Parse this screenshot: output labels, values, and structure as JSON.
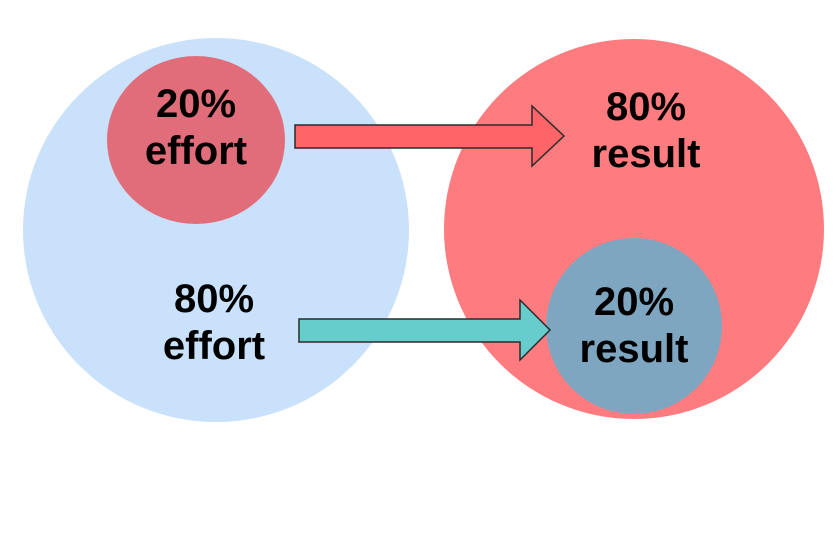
{
  "colors": {
    "effort_circle": "#c9e1fb",
    "result_circle": "#fe7c7f",
    "small_effort_circle": "#e26d7a",
    "small_result_circle": "#7ea6c0",
    "arrow_top": "#fe6568",
    "arrow_bottom": "#66cccc",
    "arrow_stroke": "#2b2b2b"
  },
  "labels": {
    "small_effort": {
      "percent": "20%",
      "word": "effort"
    },
    "large_effort": {
      "percent": "80%",
      "word": "effort"
    },
    "large_result": {
      "percent": "80%",
      "word": "result"
    },
    "small_result": {
      "percent": "20%",
      "word": "result"
    }
  }
}
